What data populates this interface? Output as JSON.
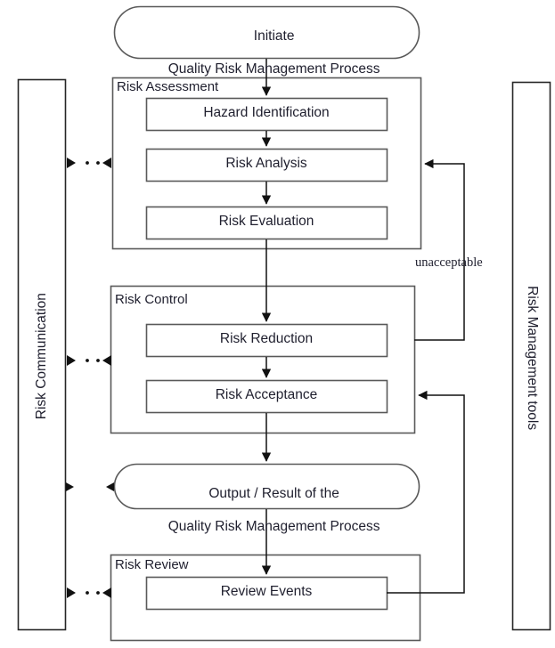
{
  "diagram": {
    "title": "Quality Risk Management Process",
    "colors": {
      "box_border": "#595959",
      "sidebar_border": "#262626",
      "text": "#1f1f2e",
      "line": "#262626",
      "background": "#ffffff"
    },
    "start_node": {
      "name": "initiate",
      "shape": "rounded-rectangle",
      "line1": "Initiate",
      "line2": "Quality Risk Management Process"
    },
    "groups": [
      {
        "name": "risk-assessment",
        "label": "Risk Assessment",
        "steps": [
          {
            "name": "hazard-identification",
            "label": "Hazard Identification"
          },
          {
            "name": "risk-analysis",
            "label": "Risk Analysis"
          },
          {
            "name": "risk-evaluation",
            "label": "Risk Evaluation"
          }
        ]
      },
      {
        "name": "risk-control",
        "label": "Risk Control",
        "steps": [
          {
            "name": "risk-reduction",
            "label": "Risk Reduction"
          },
          {
            "name": "risk-acceptance",
            "label": "Risk Acceptance"
          }
        ]
      },
      {
        "name": "risk-review",
        "label": "Risk Review",
        "steps": [
          {
            "name": "review-events",
            "label": "Review Events"
          }
        ]
      }
    ],
    "output_node": {
      "name": "output-result",
      "shape": "rounded-rectangle",
      "line1": "Output / Result of the",
      "line2": "Quality Risk Management Process"
    },
    "edge_labels": [
      {
        "name": "unacceptable",
        "text": "unacceptable"
      }
    ],
    "sidebars": [
      {
        "name": "risk-communication",
        "label": "Risk Communication",
        "side": "left",
        "orientation": "rotated-90-ccw"
      },
      {
        "name": "risk-management-tools",
        "label": "Risk Management tools",
        "side": "right",
        "orientation": "rotated-90-cw"
      }
    ],
    "connectors": {
      "flow_arrows": [
        "initiate-to-hazard-identification",
        "hazard-identification-to-risk-analysis",
        "risk-analysis-to-risk-evaluation",
        "risk-evaluation-to-risk-reduction",
        "risk-reduction-to-risk-acceptance",
        "risk-acceptance-to-output-result",
        "output-result-to-review-events"
      ],
      "feedback_arrows": [
        "risk-control-to-risk-analysis-unacceptable",
        "review-events-to-risk-acceptance"
      ],
      "communication_arrows": [
        "risk-communication-risk-assessment",
        "risk-communication-risk-control",
        "risk-communication-output-result",
        "risk-communication-risk-review"
      ]
    }
  }
}
